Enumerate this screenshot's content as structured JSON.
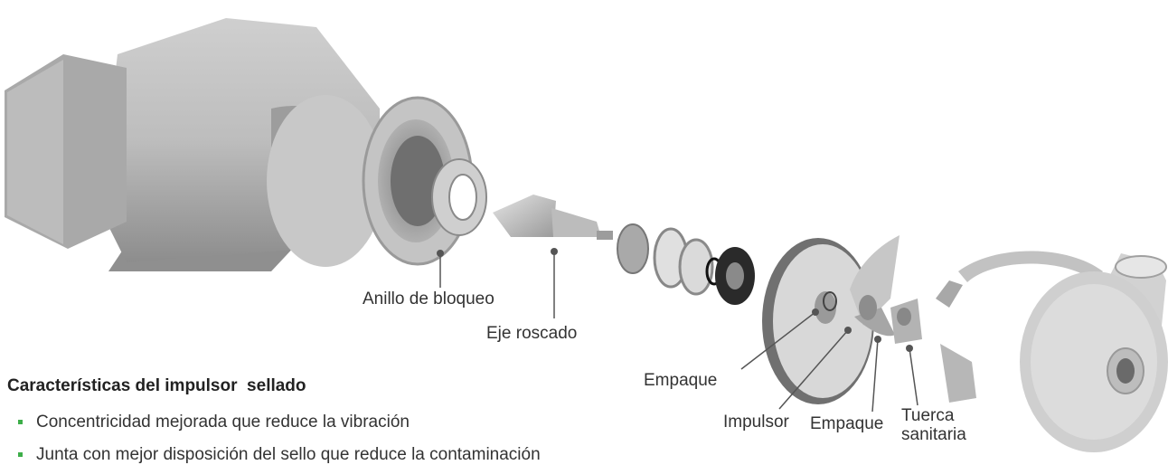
{
  "callouts": {
    "locking_ring": "Anillo de bloqueo",
    "threaded_shaft": "Eje roscado",
    "gasket_1": "Empaque",
    "impeller": "Impulsor",
    "gasket_2": "Empaque",
    "sanitary_nut_line1": "Tuerca",
    "sanitary_nut_line2": "sanitaria"
  },
  "features": {
    "title": "Características del impulsor  sellado",
    "items": [
      "Concentricidad mejorada que reduce la vibración",
      "Junta con mejor disposición del sello que reduce la contaminación"
    ]
  },
  "colors": {
    "bullet": "#3dae49",
    "text": "#333333",
    "metal": "#b9b9b9"
  }
}
